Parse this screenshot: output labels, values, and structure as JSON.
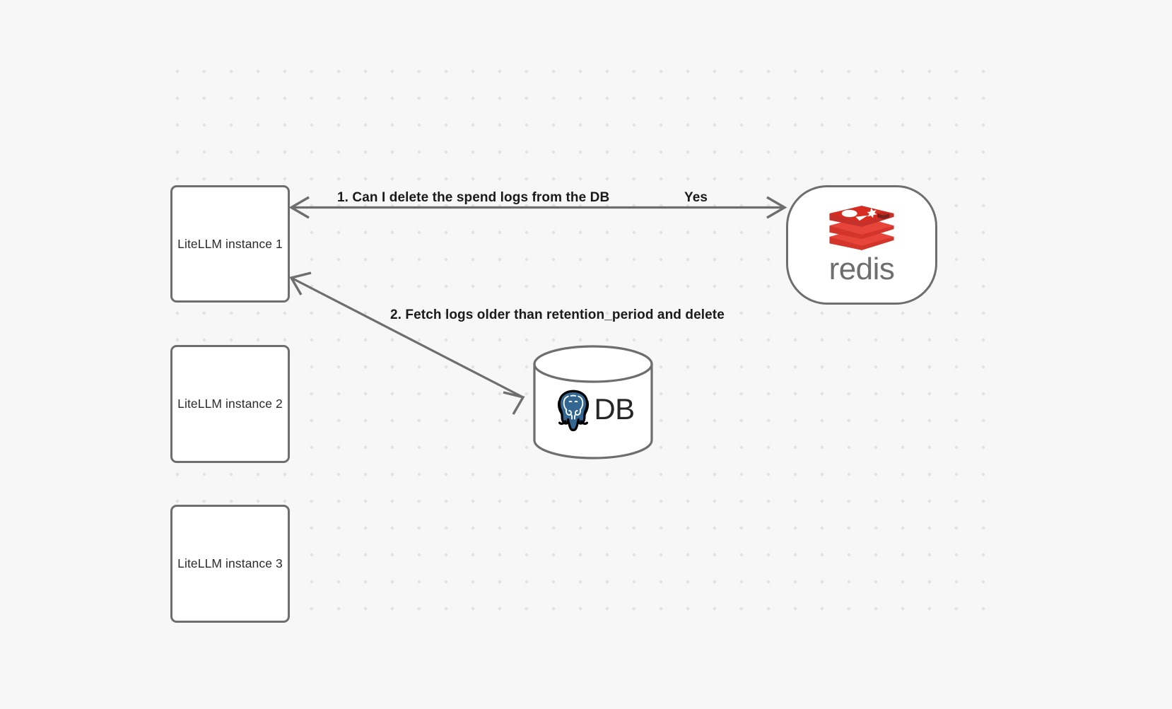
{
  "canvas": {
    "background_color": "#f7f7f7",
    "grid": "dot-grid",
    "dot_color": "#e3e3e3"
  },
  "nodes": [
    {
      "id": "litellm-1",
      "label": "LiteLLM instance 1",
      "type": "box"
    },
    {
      "id": "litellm-2",
      "label": "LiteLLM instance 2",
      "type": "box"
    },
    {
      "id": "litellm-3",
      "label": "LiteLLM instance 3",
      "type": "box"
    },
    {
      "id": "redis",
      "label": "redis",
      "type": "rounded-box",
      "logo": "redis-logo",
      "logo_color": "#d82c20",
      "wordmark_color": "#6e6e6e"
    },
    {
      "id": "db",
      "label": "DB",
      "type": "cylinder",
      "logo": "postgresql-elephant-icon",
      "logo_color": "#336791"
    }
  ],
  "edges": [
    {
      "id": "edge-1",
      "from": "redis",
      "to": "litellm-1",
      "label": "1.  Can I delete the spend logs from the DB",
      "reply_label": "Yes",
      "direction": "bidirectional",
      "color": "#6e6e6e"
    },
    {
      "id": "edge-2",
      "from": "db",
      "to": "litellm-1",
      "label": "2.  Fetch logs older than retention_period and delete",
      "direction": "bidirectional",
      "color": "#6e6e6e"
    }
  ],
  "edge_labels": {
    "step1": "1.  Can I delete the spend logs from the DB",
    "step1_reply": "Yes",
    "step2": "2.  Fetch logs older than retention_period and delete"
  },
  "db_node": {
    "text": "DB"
  },
  "redis_node": {
    "wordmark": "redis"
  }
}
